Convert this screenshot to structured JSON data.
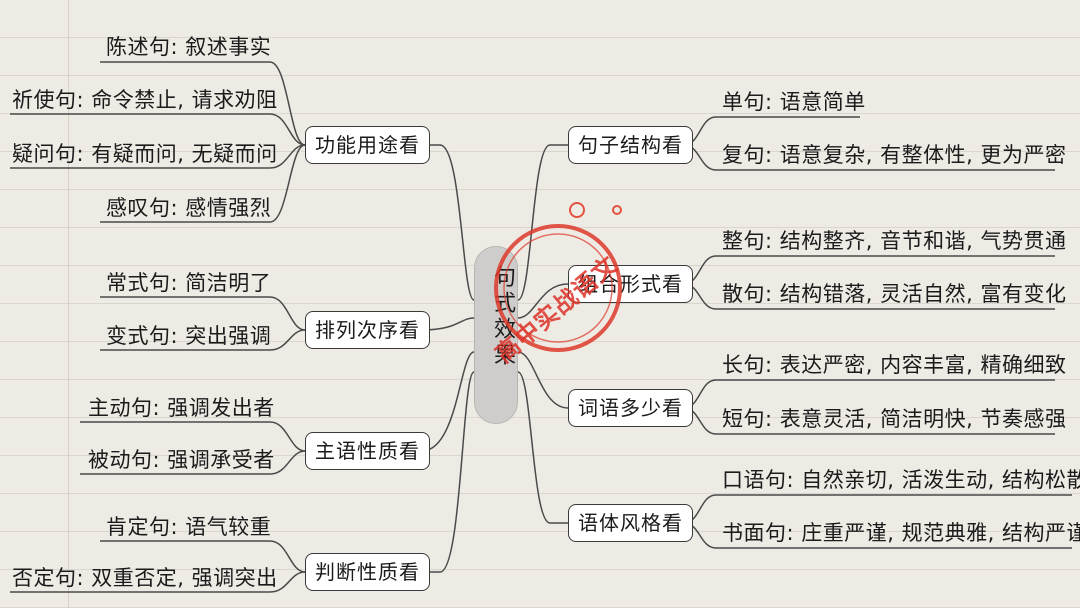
{
  "root": {
    "label": "句式效果"
  },
  "watermark": {
    "text": "高中实战语文",
    "color": "#dd3a2c"
  },
  "left_branches": [
    {
      "label": "功能用途看",
      "leaves": [
        "陈述句: 叙述事实",
        "祈使句: 命令禁止, 请求劝阻",
        "疑问句: 有疑而问, 无疑而问",
        "感叹句: 感情强烈"
      ]
    },
    {
      "label": "排列次序看",
      "leaves": [
        "常式句: 简洁明了",
        "变式句: 突出强调"
      ]
    },
    {
      "label": "主语性质看",
      "leaves": [
        "主动句: 强调发出者",
        "被动句: 强调承受者"
      ]
    },
    {
      "label": "判断性质看",
      "leaves": [
        "肯定句: 语气较重",
        "否定句: 双重否定, 强调突出"
      ]
    }
  ],
  "right_branches": [
    {
      "label": "句子结构看",
      "leaves": [
        "单句: 语意简单",
        "复句: 语意复杂, 有整体性, 更为严密"
      ]
    },
    {
      "label": "组合形式看",
      "leaves": [
        "整句: 结构整齐, 音节和谐, 气势贯通",
        "散句: 结构错落, 灵活自然, 富有变化"
      ]
    },
    {
      "label": "词语多少看",
      "leaves": [
        "长句: 表达严密, 内容丰富, 精确细致",
        "短句: 表意灵活, 简洁明快, 节奏感强"
      ]
    },
    {
      "label": "语体风格看",
      "leaves": [
        "口语句: 自然亲切, 活泼生动, 结构松散",
        "书面句: 庄重严谨, 规范典雅, 结构严谨"
      ]
    }
  ]
}
